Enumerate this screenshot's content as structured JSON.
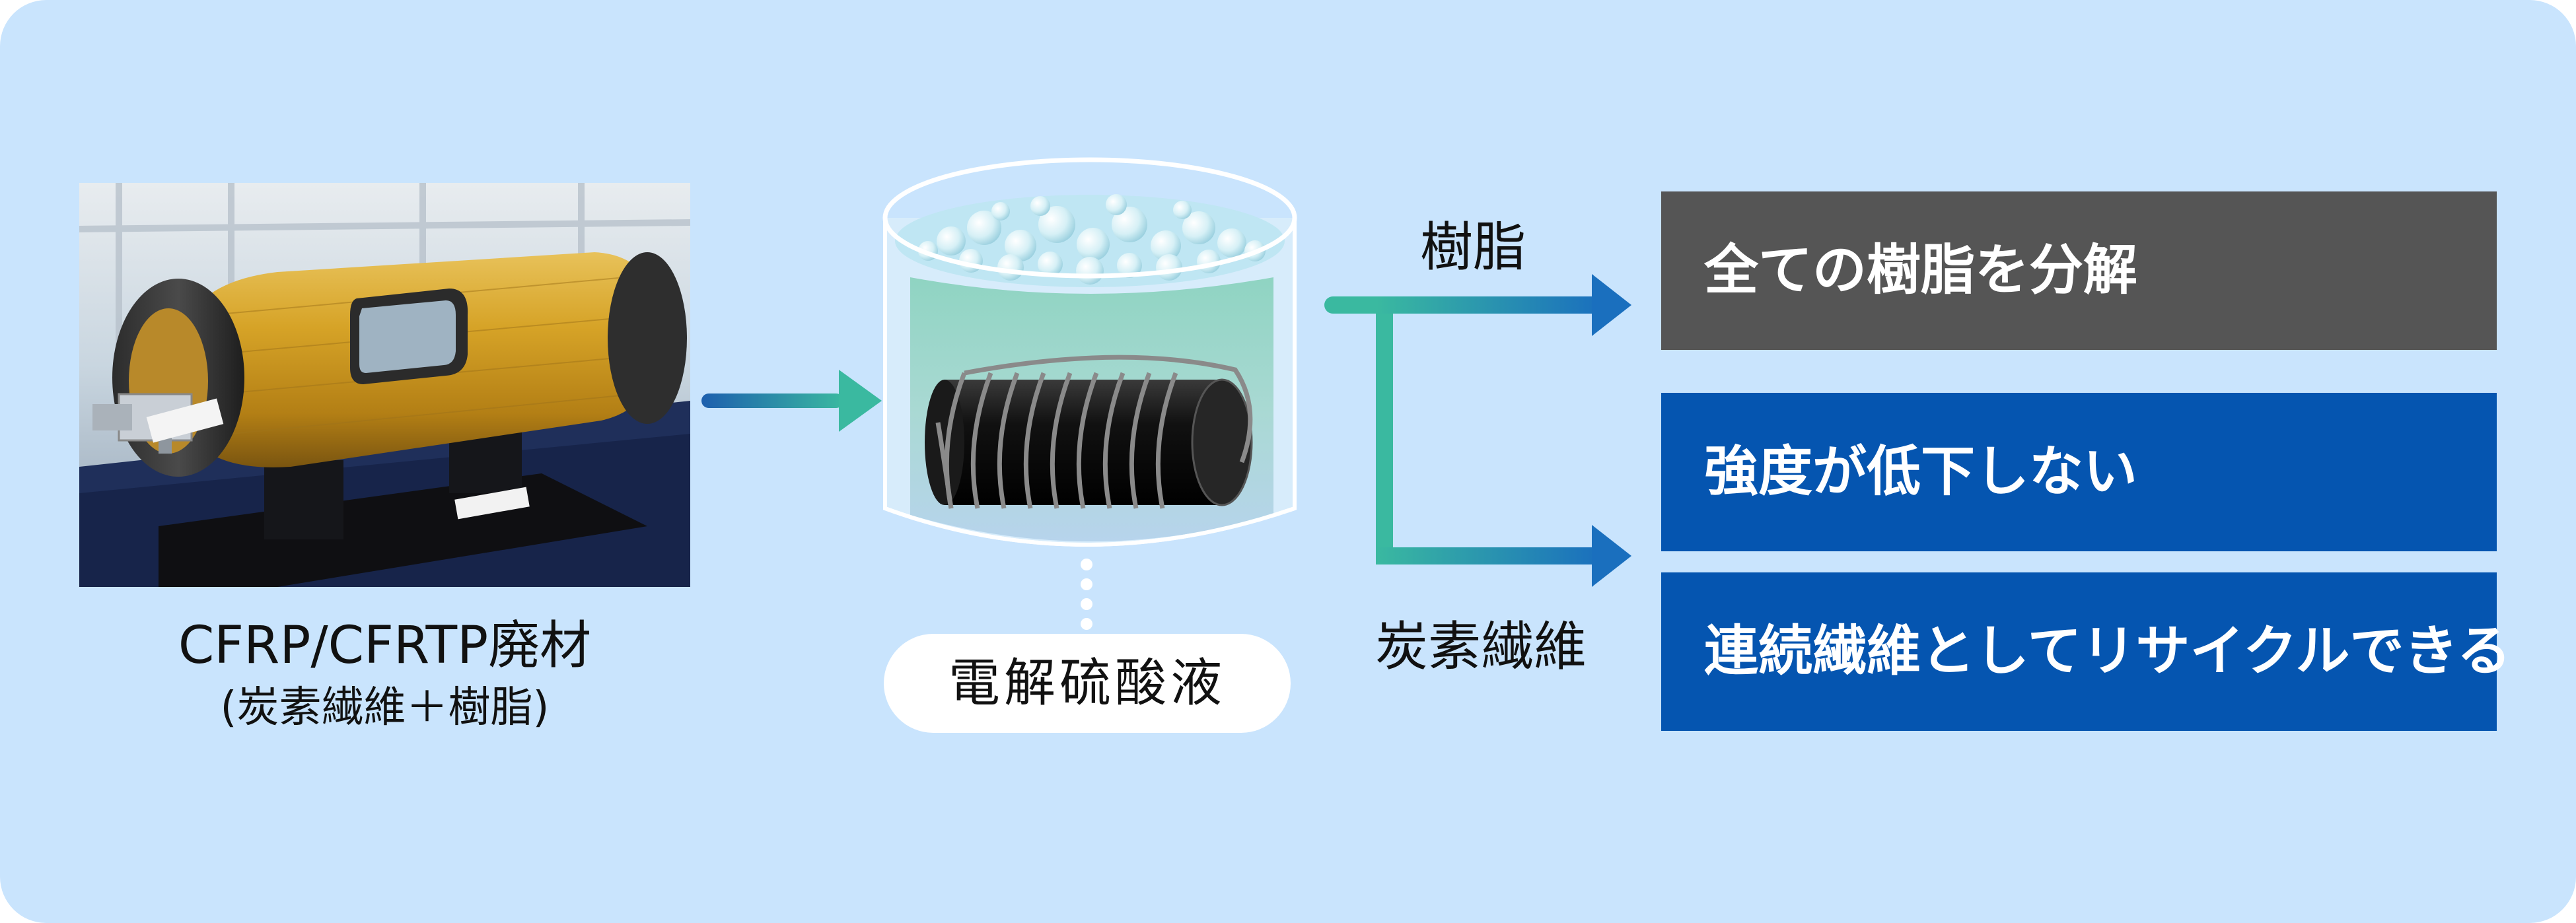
{
  "source": {
    "caption_main": "CFRP/CFRTP廃材",
    "caption_sub": "(炭素繊維＋樹脂)"
  },
  "process": {
    "liquid_label": "電解硫酸液"
  },
  "branches": {
    "resin_label": "樹脂",
    "fiber_label": "炭素繊維"
  },
  "results": [
    {
      "text": "全ての樹脂を分解",
      "color": "#555555"
    },
    {
      "text": "強度が低下しない",
      "color": "#0555b0"
    },
    {
      "text": "連続繊維としてリサイクルできる",
      "color": "#0555b0"
    }
  ],
  "colors": {
    "panel_bg": "#c9e4fd",
    "arrow_start": "#1d5fae",
    "arrow_end": "#3ab9a0",
    "branch_blue": "#1a6fbe"
  }
}
